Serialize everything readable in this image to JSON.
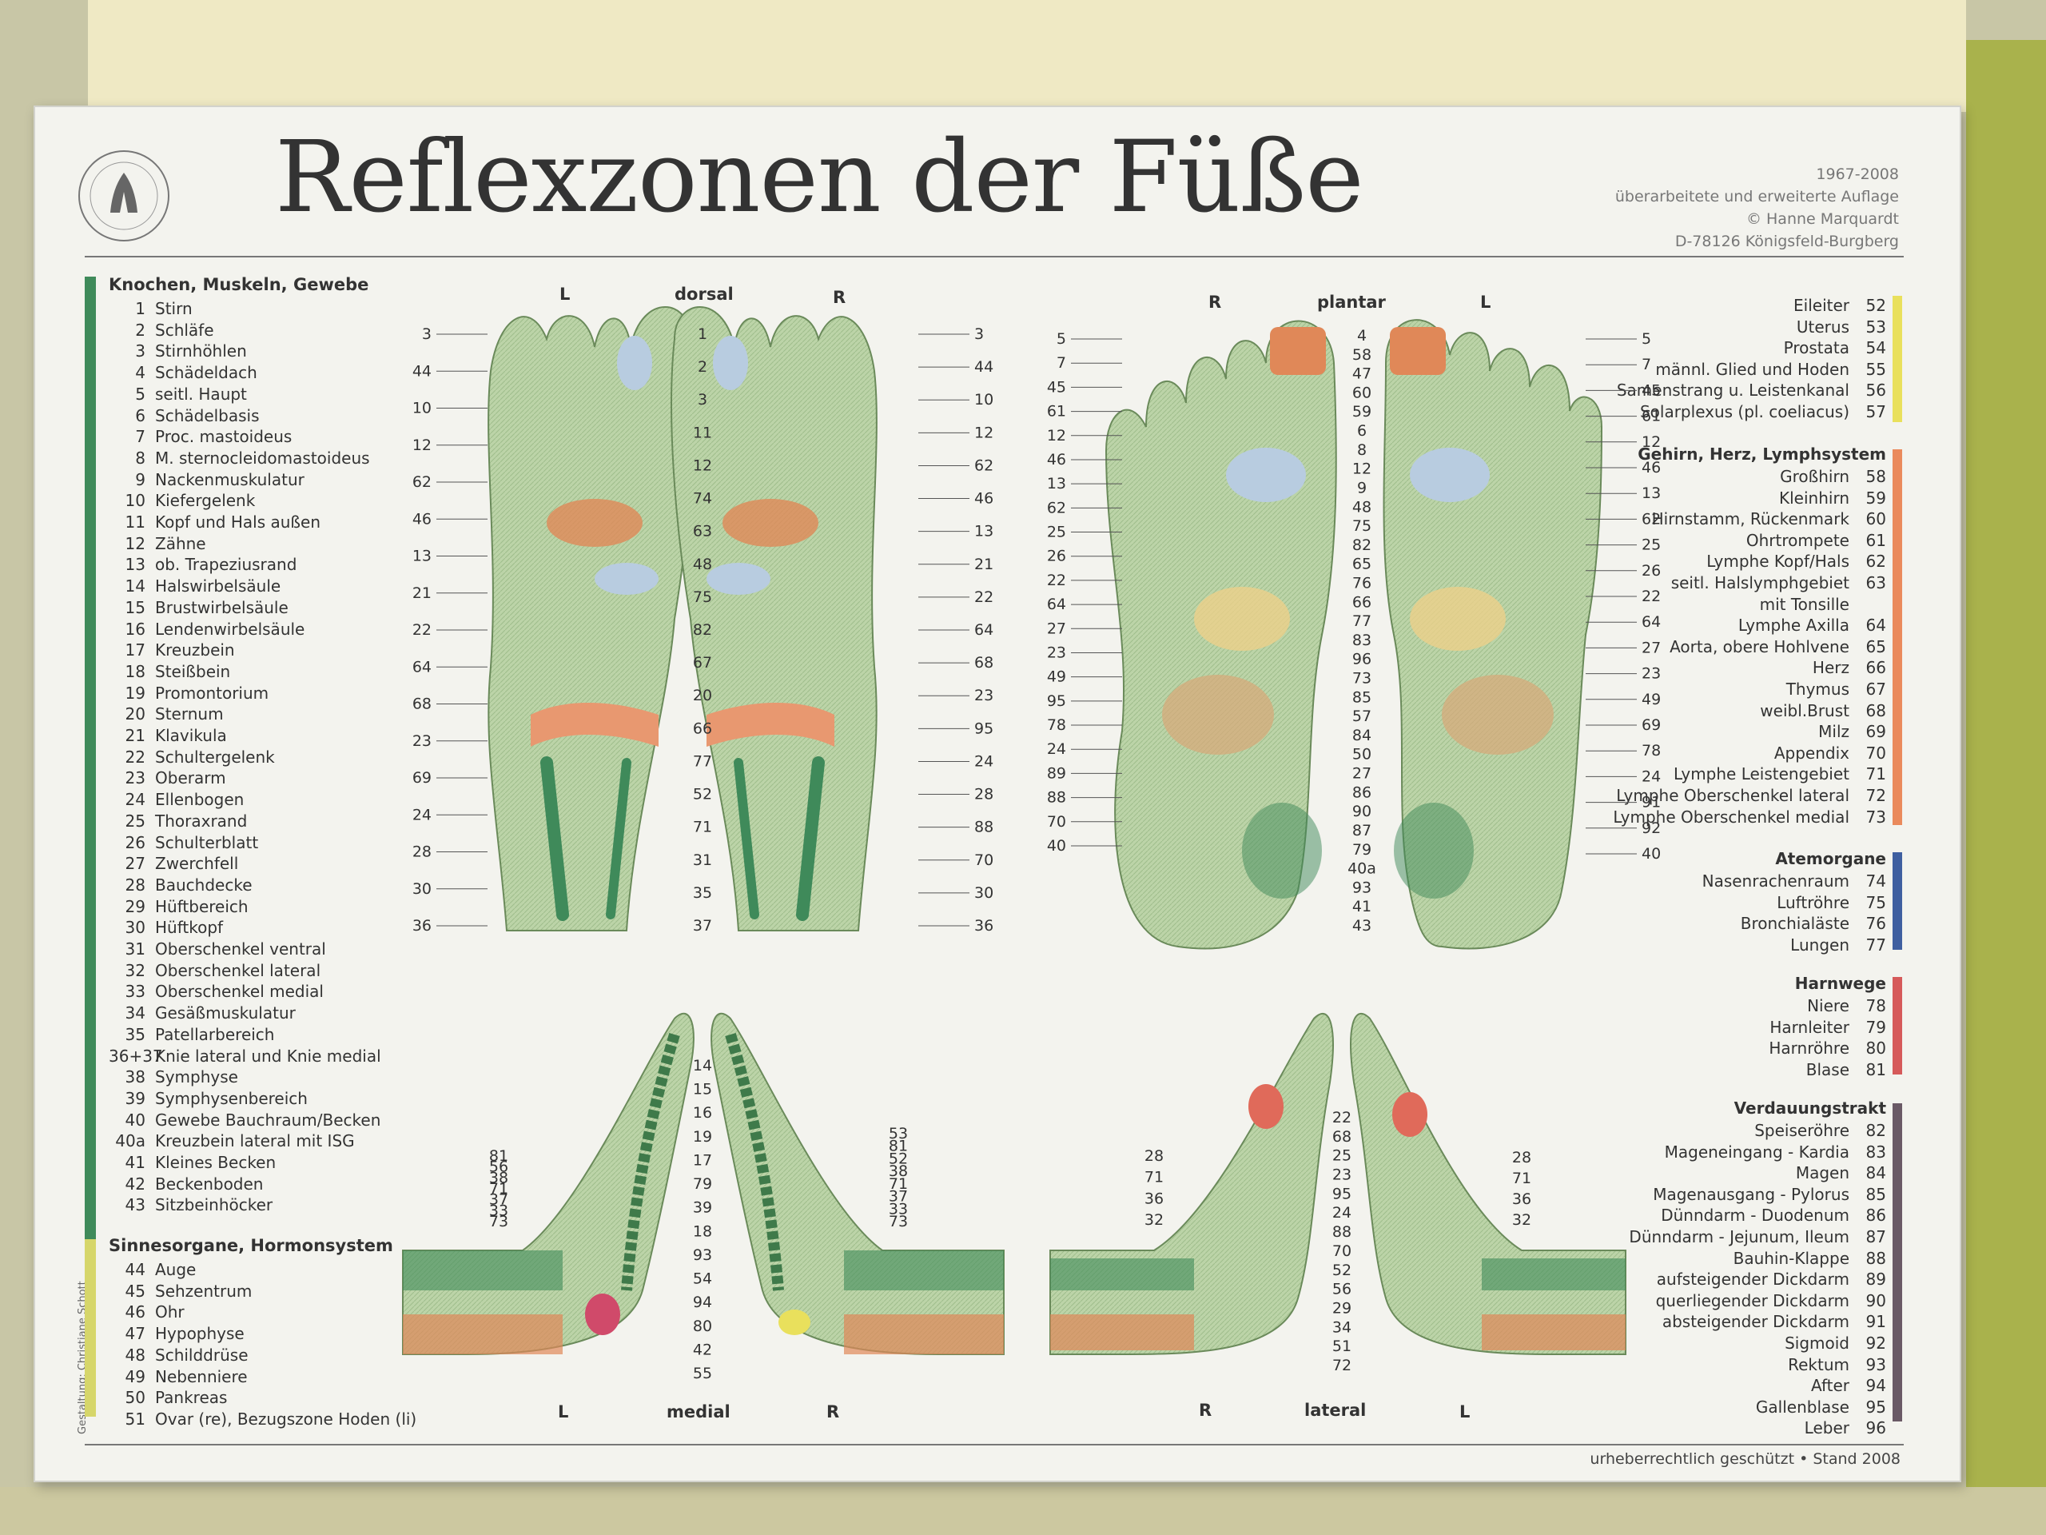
{
  "title": "Reflexzonen der Füße",
  "publisher": {
    "years": "1967-2008",
    "edition": "überarbeitete und erweiterte Auflage",
    "copyright": "© Hanne Marquardt",
    "address": "D-78126 Königsfeld-Burgberg"
  },
  "footer": "urheberrechtlich geschützt • Stand 2008",
  "credit": "Gestaltung: Christiane Schott",
  "views": {
    "dorsal": {
      "label": "dorsal",
      "left": "L",
      "right": "R"
    },
    "plantar": {
      "label": "plantar",
      "left": "R",
      "right": "L"
    },
    "medial": {
      "label": "medial",
      "left": "L",
      "right": "R"
    },
    "lateral": {
      "label": "lateral",
      "left": "R",
      "right": "L"
    }
  },
  "colors": {
    "knochen": "#3f8a5a",
    "sinnesorgane": "#d6d66a",
    "eileiter": "#e9e05c",
    "gehirn": "#ea8a5c",
    "atemorgane": "#3f5fa0",
    "harnwege": "#d65a5a",
    "verdauung": "#6a5a66"
  },
  "legend_left": [
    {
      "heading": "Knochen, Muskeln, Gewebe",
      "color_key": "knochen",
      "items": [
        {
          "n": "1",
          "t": "Stirn"
        },
        {
          "n": "2",
          "t": "Schläfe"
        },
        {
          "n": "3",
          "t": "Stirnhöhlen"
        },
        {
          "n": "4",
          "t": "Schädeldach"
        },
        {
          "n": "5",
          "t": "seitl. Haupt"
        },
        {
          "n": "6",
          "t": "Schädelbasis"
        },
        {
          "n": "7",
          "t": "Proc. mastoideus"
        },
        {
          "n": "8",
          "t": "M. sternocleidomastoideus"
        },
        {
          "n": "9",
          "t": "Nackenmuskulatur"
        },
        {
          "n": "10",
          "t": "Kiefergelenk"
        },
        {
          "n": "11",
          "t": "Kopf und Hals außen"
        },
        {
          "n": "12",
          "t": "Zähne"
        },
        {
          "n": "13",
          "t": "ob. Trapeziusrand"
        },
        {
          "n": "14",
          "t": "Halswirbelsäule"
        },
        {
          "n": "15",
          "t": "Brustwirbelsäule"
        },
        {
          "n": "16",
          "t": "Lendenwirbelsäule"
        },
        {
          "n": "17",
          "t": "Kreuzbein"
        },
        {
          "n": "18",
          "t": "Steißbein"
        },
        {
          "n": "19",
          "t": "Promontorium"
        },
        {
          "n": "20",
          "t": "Sternum"
        },
        {
          "n": "21",
          "t": "Klavikula"
        },
        {
          "n": "22",
          "t": "Schultergelenk"
        },
        {
          "n": "23",
          "t": "Oberarm"
        },
        {
          "n": "24",
          "t": "Ellenbogen"
        },
        {
          "n": "25",
          "t": "Thoraxrand"
        },
        {
          "n": "26",
          "t": "Schulterblatt"
        },
        {
          "n": "27",
          "t": "Zwerchfell"
        },
        {
          "n": "28",
          "t": "Bauchdecke"
        },
        {
          "n": "29",
          "t": "Hüftbereich"
        },
        {
          "n": "30",
          "t": "Hüftkopf"
        },
        {
          "n": "31",
          "t": "Oberschenkel ventral"
        },
        {
          "n": "32",
          "t": "Oberschenkel lateral"
        },
        {
          "n": "33",
          "t": "Oberschenkel medial"
        },
        {
          "n": "34",
          "t": "Gesäßmuskulatur"
        },
        {
          "n": "35",
          "t": "Patellarbereich"
        },
        {
          "n": "36+37",
          "t": "Knie lateral und Knie medial"
        },
        {
          "n": "38",
          "t": "Symphyse"
        },
        {
          "n": "39",
          "t": "Symphysenbereich"
        },
        {
          "n": "40",
          "t": "Gewebe Bauchraum/Becken"
        },
        {
          "n": "40a",
          "t": "Kreuzbein lateral mit ISG"
        },
        {
          "n": "41",
          "t": "Kleines Becken"
        },
        {
          "n": "42",
          "t": "Beckenboden"
        },
        {
          "n": "43",
          "t": "Sitzbeinhöcker"
        }
      ]
    },
    {
      "heading": "Sinnesorgane, Hormonsystem",
      "color_key": "sinnesorgane",
      "items": [
        {
          "n": "44",
          "t": "Auge"
        },
        {
          "n": "45",
          "t": "Sehzentrum"
        },
        {
          "n": "46",
          "t": "Ohr"
        },
        {
          "n": "47",
          "t": "Hypophyse"
        },
        {
          "n": "48",
          "t": "Schilddrüse"
        },
        {
          "n": "49",
          "t": "Nebenniere"
        },
        {
          "n": "50",
          "t": "Pankreas"
        },
        {
          "n": "51",
          "t": "Ovar (re), Bezugszone Hoden (li)"
        }
      ]
    }
  ],
  "legend_right": [
    {
      "heading": "",
      "color_key": "eileiter",
      "items": [
        {
          "t": "Eileiter",
          "n": "52"
        },
        {
          "t": "Uterus",
          "n": "53"
        },
        {
          "t": "Prostata",
          "n": "54"
        },
        {
          "t": "männl. Glied und Hoden",
          "n": "55"
        },
        {
          "t": "Samenstrang u. Leistenkanal",
          "n": "56"
        },
        {
          "t": "Solarplexus (pl. coeliacus)",
          "n": "57"
        }
      ]
    },
    {
      "heading": "Gehirn, Herz, Lymphsystem",
      "color_key": "gehirn",
      "items": [
        {
          "t": "Großhirn",
          "n": "58"
        },
        {
          "t": "Kleinhirn",
          "n": "59"
        },
        {
          "t": "Hirnstamm, Rückenmark",
          "n": "60"
        },
        {
          "t": "Ohrtrompete",
          "n": "61"
        },
        {
          "t": "Lymphe Kopf/Hals",
          "n": "62"
        },
        {
          "t": "seitl. Halslymphgebiet",
          "n": "63"
        },
        {
          "t": "mit Tonsille",
          "n": ""
        },
        {
          "t": "Lymphe Axilla",
          "n": "64"
        },
        {
          "t": "Aorta, obere Hohlvene",
          "n": "65"
        },
        {
          "t": "Herz",
          "n": "66"
        },
        {
          "t": "Thymus",
          "n": "67"
        },
        {
          "t": "weibl.Brust",
          "n": "68"
        },
        {
          "t": "Milz",
          "n": "69"
        },
        {
          "t": "Appendix",
          "n": "70"
        },
        {
          "t": "Lymphe Leistengebiet",
          "n": "71"
        },
        {
          "t": "Lymphe Oberschenkel lateral",
          "n": "72"
        },
        {
          "t": "Lymphe Oberschenkel medial",
          "n": "73"
        }
      ]
    },
    {
      "heading": "Atemorgane",
      "color_key": "atemorgane",
      "items": [
        {
          "t": "Nasenrachenraum",
          "n": "74"
        },
        {
          "t": "Luftröhre",
          "n": "75"
        },
        {
          "t": "Bronchialäste",
          "n": "76"
        },
        {
          "t": "Lungen",
          "n": "77"
        }
      ]
    },
    {
      "heading": "Harnwege",
      "color_key": "harnwege",
      "items": [
        {
          "t": "Niere",
          "n": "78"
        },
        {
          "t": "Harnleiter",
          "n": "79"
        },
        {
          "t": "Harnröhre",
          "n": "80"
        },
        {
          "t": "Blase",
          "n": "81"
        }
      ]
    },
    {
      "heading": "Verdauungstrakt",
      "color_key": "verdauung",
      "items": [
        {
          "t": "Speiseröhre",
          "n": "82"
        },
        {
          "t": "Mageneingang - Kardia",
          "n": "83"
        },
        {
          "t": "Magen",
          "n": "84"
        },
        {
          "t": "Magenausgang - Pylorus",
          "n": "85"
        },
        {
          "t": "Dünndarm - Duodenum",
          "n": "86"
        },
        {
          "t": "Dünndarm - Jejunum, Ileum",
          "n": "87"
        },
        {
          "t": "Bauhin-Klappe",
          "n": "88"
        },
        {
          "t": "aufsteigender Dickdarm",
          "n": "89"
        },
        {
          "t": "querliegender Dickdarm",
          "n": "90"
        },
        {
          "t": "absteigender Dickdarm",
          "n": "91"
        },
        {
          "t": "Sigmoid",
          "n": "92"
        },
        {
          "t": "Rektum",
          "n": "93"
        },
        {
          "t": "After",
          "n": "94"
        },
        {
          "t": "Gallenblase",
          "n": "95"
        },
        {
          "t": "Leber",
          "n": "96"
        }
      ]
    }
  ],
  "callouts": {
    "dorsal_left": [
      "3",
      "44",
      "10",
      "12",
      "62",
      "46",
      "13",
      "21",
      "22",
      "64",
      "68",
      "23",
      "69",
      "24",
      "28",
      "30",
      "36"
    ],
    "dorsal_center": [
      "1",
      "2",
      "3",
      "11",
      "12",
      "74",
      "63",
      "48",
      "75",
      "82",
      "67",
      "20",
      "66",
      "77",
      "52",
      "71",
      "31",
      "35",
      "37"
    ],
    "dorsal_right": [
      "3",
      "44",
      "10",
      "12",
      "62",
      "46",
      "13",
      "21",
      "22",
      "64",
      "68",
      "23",
      "95",
      "24",
      "28",
      "88",
      "70",
      "30",
      "36"
    ],
    "plantar_left": [
      "5",
      "7",
      "45",
      "61",
      "12",
      "46",
      "13",
      "62",
      "25",
      "26",
      "22",
      "64",
      "27",
      "23",
      "49",
      "95",
      "78",
      "24",
      "89",
      "88",
      "70",
      "40"
    ],
    "plantar_center": [
      "4",
      "58",
      "47",
      "60",
      "59",
      "6",
      "8",
      "12",
      "9",
      "48",
      "75",
      "82",
      "65",
      "76",
      "66",
      "77",
      "83",
      "96",
      "73",
      "85",
      "57",
      "84",
      "50",
      "27",
      "86",
      "90",
      "87",
      "79",
      "40a",
      "93",
      "41",
      "43"
    ],
    "plantar_right": [
      "5",
      "7",
      "45",
      "61",
      "12",
      "46",
      "13",
      "62",
      "25",
      "26",
      "22",
      "64",
      "27",
      "23",
      "49",
      "69",
      "78",
      "24",
      "91",
      "92",
      "40"
    ],
    "medial_left": [
      "81",
      "56",
      "38",
      "71",
      "37",
      "33",
      "73"
    ],
    "medial_center": [
      "14",
      "15",
      "16",
      "19",
      "17",
      "79",
      "39",
      "18",
      "93",
      "54",
      "94",
      "80",
      "42",
      "55"
    ],
    "medial_right": [
      "53",
      "81",
      "52",
      "38",
      "71",
      "37",
      "33",
      "73"
    ],
    "lateral_left": [
      "28",
      "71",
      "36",
      "32"
    ],
    "lateral_center": [
      "22",
      "68",
      "25",
      "23",
      "95",
      "24",
      "88",
      "70",
      "52",
      "56",
      "29",
      "34",
      "51",
      "72"
    ],
    "lateral_right": [
      "28",
      "71",
      "36",
      "32"
    ]
  }
}
